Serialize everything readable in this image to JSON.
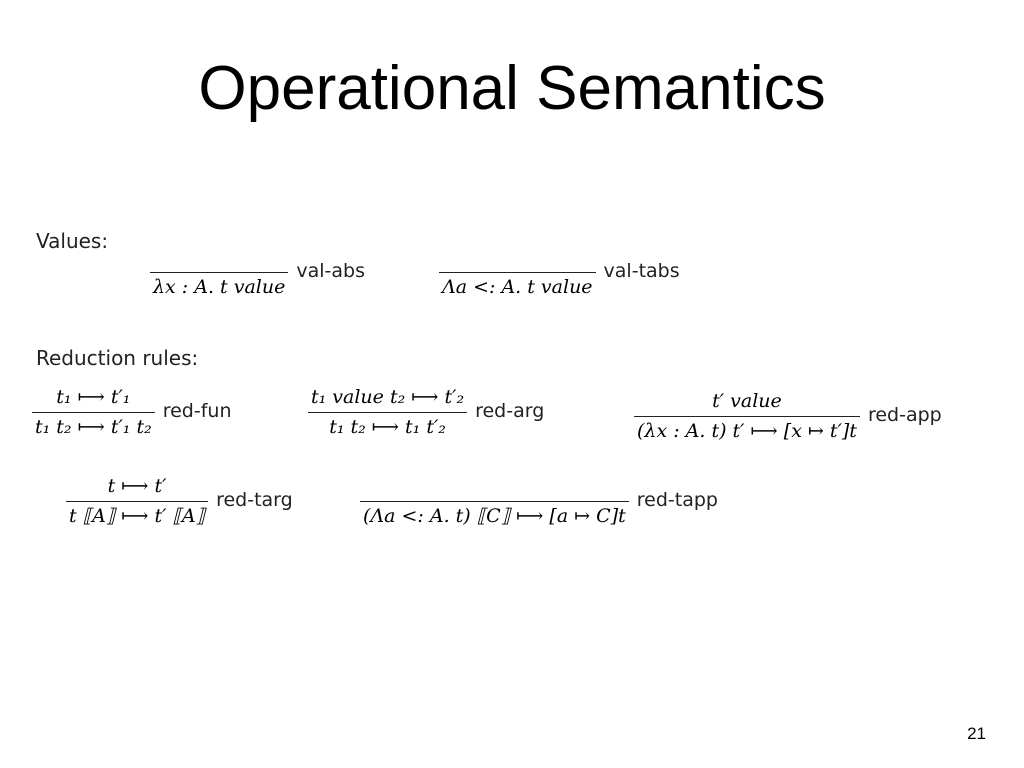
{
  "slide": {
    "title": "Operational Semantics",
    "page_number": "21"
  },
  "values_section": {
    "label": "Values:",
    "rules": [
      {
        "premise": "",
        "conclusion": "λx : A. t  value",
        "name": "val-abs"
      },
      {
        "premise": "",
        "conclusion": "Λa  <: A. t  value",
        "name": "val-tabs"
      }
    ]
  },
  "reduction_section": {
    "label": "Reduction rules:",
    "rules": [
      {
        "premise": "t₁ ⟼ t′₁",
        "conclusion": "t₁  t₂ ⟼ t′₁  t₂",
        "name": "red-fun"
      },
      {
        "premise": "t₁  value      t₂ ⟼ t′₂",
        "conclusion": "t₁  t₂ ⟼ t₁  t′₂",
        "name": "red-arg"
      },
      {
        "premise": "t′  value",
        "conclusion": "(λx : A. t)  t′ ⟼ [x ↦ t′]t",
        "name": "red-app"
      },
      {
        "premise": "t ⟼ t′",
        "conclusion": "t ⟦A⟧ ⟼ t′ ⟦A⟧",
        "name": "red-targ"
      },
      {
        "premise": "",
        "conclusion": "(Λa  <: A. t) ⟦C⟧ ⟼ [a ↦ C]t",
        "name": "red-tapp"
      }
    ]
  }
}
